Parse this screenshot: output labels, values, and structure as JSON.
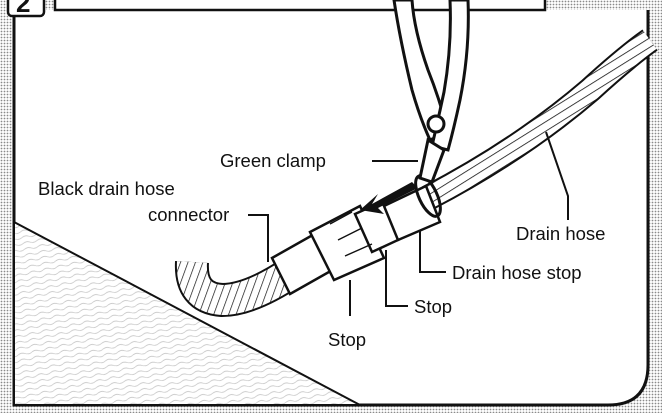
{
  "step_number": "2",
  "labels": {
    "green_clamp": "Green clamp",
    "black_connector_line1": "Black drain hose",
    "black_connector_line2": "connector",
    "drain_hose": "Drain hose",
    "drain_hose_stop": "Drain hose stop",
    "stop_right": "Stop",
    "stop_left": "Stop"
  },
  "colors": {
    "ink": "#111111",
    "background": "#ffffff",
    "halftone": "#8a8a8a",
    "floor_texture": "#bdbdbd"
  },
  "icons": {
    "pliers": "pliers-icon",
    "direction_arrow": "arrow-icon"
  }
}
